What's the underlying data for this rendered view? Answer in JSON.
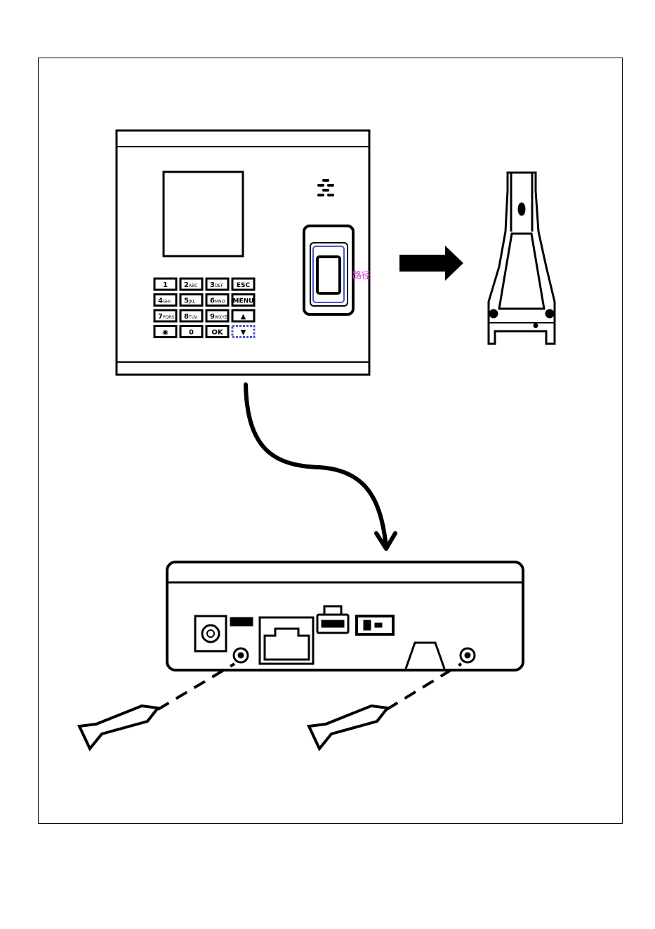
{
  "keypad": {
    "rows": [
      [
        {
          "main": "1",
          "sub": ""
        },
        {
          "main": "2",
          "sub": "ABC"
        },
        {
          "main": "3",
          "sub": "DEF"
        },
        {
          "main": "ESC",
          "sub": ""
        }
      ],
      [
        {
          "main": "4",
          "sub": "GHI"
        },
        {
          "main": "5",
          "sub": "JKL"
        },
        {
          "main": "6",
          "sub": "MNO"
        },
        {
          "main": "MENU",
          "sub": ""
        }
      ],
      [
        {
          "main": "7",
          "sub": "PQRS"
        },
        {
          "main": "8",
          "sub": "TUV"
        },
        {
          "main": "9",
          "sub": "WXYZ"
        },
        {
          "main": "▲",
          "sub": ""
        }
      ],
      [
        {
          "main": "◉",
          "sub": ""
        },
        {
          "main": "0",
          "sub": ""
        },
        {
          "main": "OK",
          "sub": ""
        },
        {
          "main": "▼",
          "sub": ""
        }
      ]
    ]
  },
  "sensor_tag": "路径",
  "colors": {
    "line": "#000000",
    "sensor_accent": "#4a55c8",
    "tag": "#d22fd2"
  },
  "icons": [
    "speaker-icon",
    "arrow-right-icon",
    "curved-arrow-icon",
    "screw-icon"
  ]
}
